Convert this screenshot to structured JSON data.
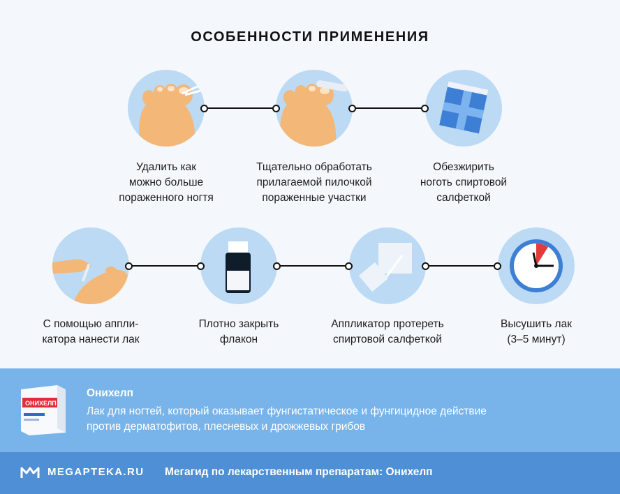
{
  "title": "ОСОБЕННОСТИ ПРИМЕНЕНИЯ",
  "steps": [
    {
      "caption": "Удалить как\nможно больше\nпораженного ногтя",
      "icon": "foot-scissors-icon"
    },
    {
      "caption": "Тщательно обработать\nприлагаемой пилочкой\nпораженные участки",
      "icon": "foot-nail-file-icon"
    },
    {
      "caption": "Обезжирить\nноготь спиртовой\nсалфеткой",
      "icon": "alcohol-wipe-icon"
    },
    {
      "caption": "С помощью аппли-\nкатора нанести лак",
      "icon": "hand-applicator-icon"
    },
    {
      "caption": "Плотно закрыть\nфлакон",
      "icon": "bottle-icon"
    },
    {
      "caption": "Аппликатор протереть\nспиртовой салфеткой",
      "icon": "applicator-wipe-icon"
    },
    {
      "caption": "Высушить лак\n(3–5 минут)",
      "icon": "clock-icon"
    }
  ],
  "product": {
    "name": "Онихелп",
    "description": "Лак для ногтей, который оказывает фунгистатическое и фунгицидное действие\nпротив дерматофитов, плесневых и дрожжевых грибов",
    "package_label": "ОНИХЕЛП"
  },
  "footer": {
    "brand": "MEGAPTEKA.RU",
    "text": "Мегагид по лекарственным препаратам: Онихелп"
  },
  "colors": {
    "circle": "#bcdaf4",
    "info_band": "#78b4ea",
    "footer_band": "#4f8fd6",
    "skin": "#f3b777"
  }
}
